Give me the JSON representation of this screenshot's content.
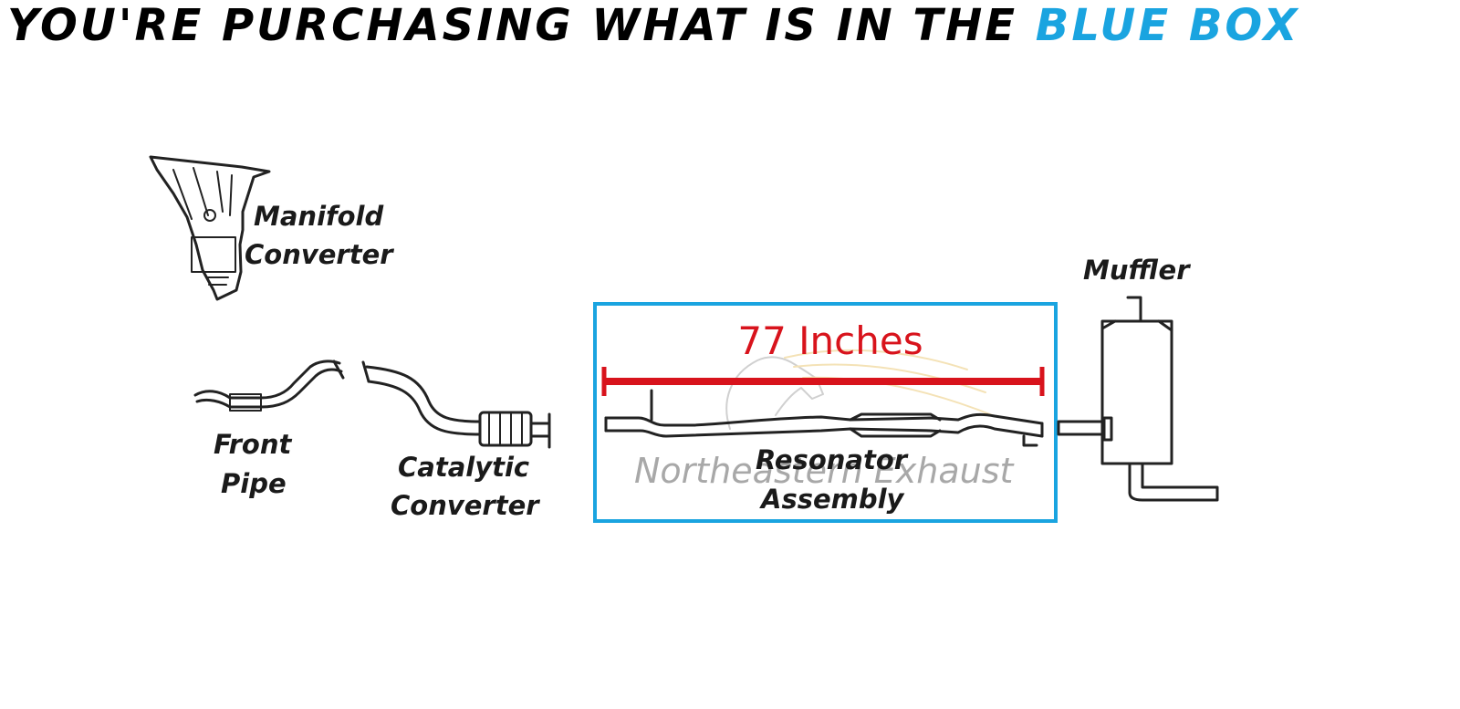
{
  "headline": {
    "prefix": "YOU'RE PURCHASING WHAT IS IN THE",
    "highlight": "BLUE BOX"
  },
  "labels": {
    "manifold_line1": "Manifold",
    "manifold_line2": "Converter",
    "front_line1": "Front",
    "front_line2": "Pipe",
    "catalytic_line1": "Catalytic",
    "catalytic_line2": "Converter",
    "resonator_line1": "Resonator",
    "resonator_line2": "Assembly",
    "muffler": "Muffler"
  },
  "measurement": {
    "text": "77 Inches"
  },
  "watermark": {
    "text": "Northeastern Exhaust"
  },
  "colors": {
    "box_border": "#1aa4e0",
    "measurement": "#d8131c",
    "headline_accent": "#1aa4e0"
  }
}
